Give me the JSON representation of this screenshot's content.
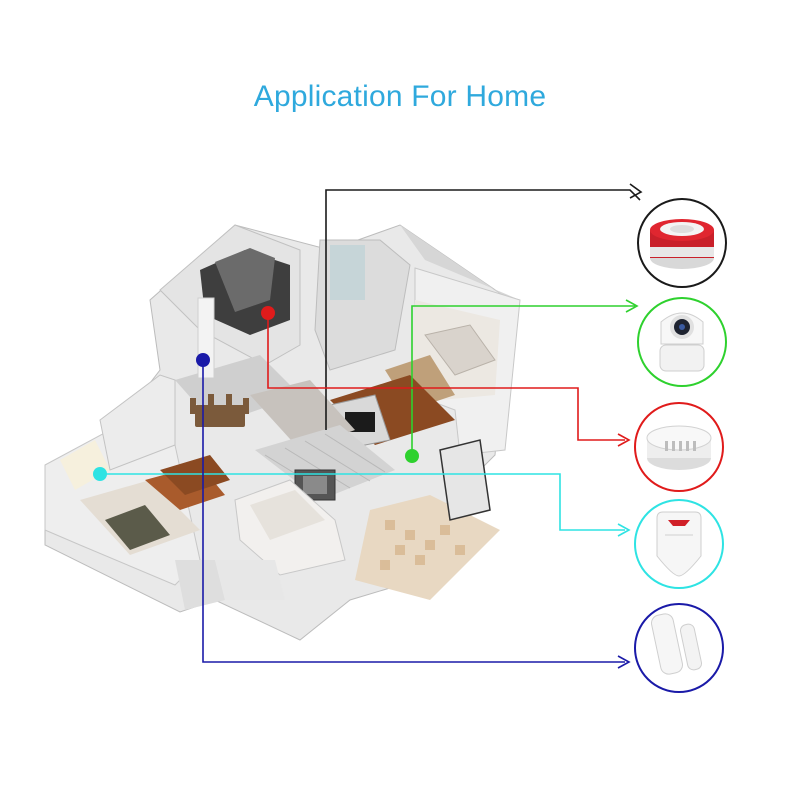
{
  "title": "Application For Home",
  "colors": {
    "title": "#2fa9dd",
    "siren_line": "#1a1a1a",
    "camera_line": "#2ed12e",
    "smoke_line": "#e01b1b",
    "motion_line": "#2ee3e3",
    "door_line": "#1a1aa8"
  },
  "devices": [
    {
      "id": "siren",
      "icon": "siren-alarm-icon",
      "color": "#1a1a1a"
    },
    {
      "id": "camera",
      "icon": "ip-camera-icon",
      "color": "#2ed12e"
    },
    {
      "id": "smoke",
      "icon": "smoke-detector-icon",
      "color": "#e01b1b"
    },
    {
      "id": "motion",
      "icon": "pir-motion-sensor-icon",
      "color": "#2ee3e3"
    },
    {
      "id": "door",
      "icon": "door-sensor-icon",
      "color": "#1a1aa8"
    }
  ]
}
